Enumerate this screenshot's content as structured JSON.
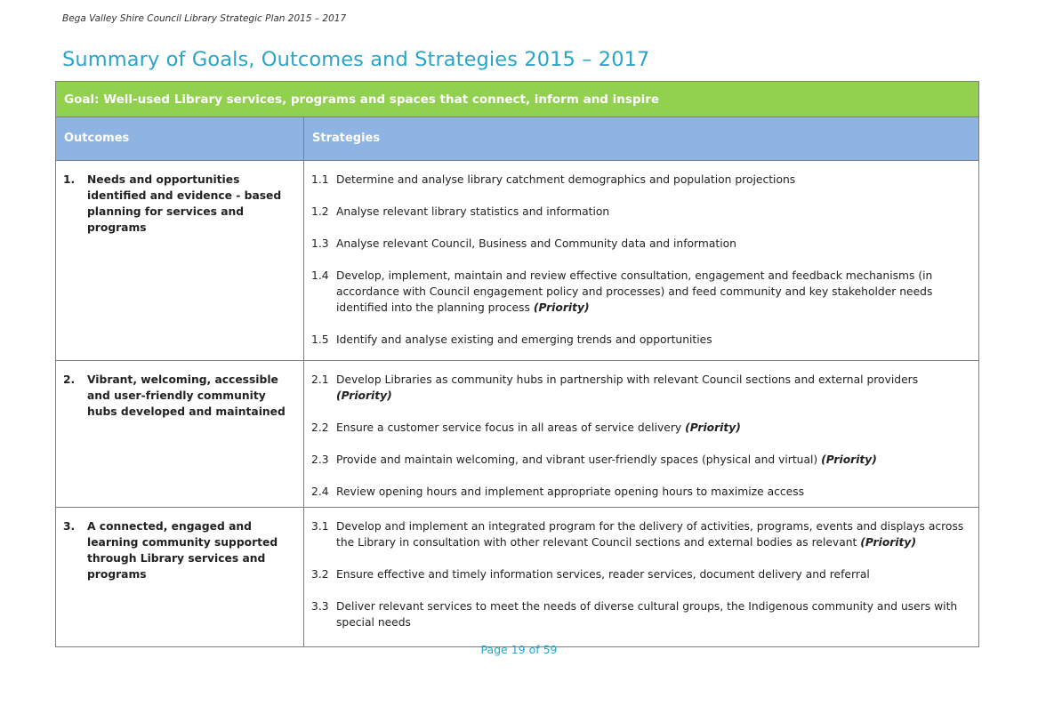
{
  "header": {
    "running_title": "Bega Valley Shire Council Library Strategic Plan 2015 – 2017",
    "page_title": "Summary of Goals, Outcomes and Strategies 2015 – 2017"
  },
  "table": {
    "goal": "Goal: Well-used Library services, programs and spaces that connect, inform and inspire",
    "columns": {
      "outcomes": "Outcomes",
      "strategies": "Strategies"
    },
    "rows": [
      {
        "outcome_num": "1.",
        "outcome": "Needs and opportunities identified and evidence - based planning for services and programs",
        "strategies": [
          {
            "num": "1.1",
            "text": "Determine and analyse library catchment demographics and population projections",
            "priority": ""
          },
          {
            "num": "1.2",
            "text": "Analyse relevant library statistics and information",
            "priority": ""
          },
          {
            "num": "1.3",
            "text": "Analyse relevant Council, Business and Community data and information",
            "priority": ""
          },
          {
            "num": "1.4",
            "text": "Develop, implement, maintain and review effective consultation, engagement and feedback mechanisms (in accordance with Council engagement policy and processes) and feed community and key stakeholder needs identified into the planning process",
            "priority": "(Priority)"
          },
          {
            "num": "1.5",
            "text": "Identify and analyse existing and emerging trends and opportunities",
            "priority": ""
          }
        ]
      },
      {
        "outcome_num": "2.",
        "outcome": "Vibrant, welcoming, accessible and user-friendly community hubs developed and maintained",
        "strategies": [
          {
            "num": "2.1",
            "text": "Develop Libraries as community hubs in partnership with relevant Council sections and external providers",
            "priority": "(Priority)"
          },
          {
            "num": "2.2",
            "text": "Ensure a customer service focus in all areas of service delivery",
            "priority": "(Priority)"
          },
          {
            "num": "2.3",
            "text": "Provide and maintain welcoming, and vibrant user-friendly spaces (physical and virtual)",
            "priority": "(Priority)"
          },
          {
            "num": "2.4",
            "text": "Review opening hours and implement appropriate opening hours to maximize access",
            "priority": ""
          }
        ]
      },
      {
        "outcome_num": "3.",
        "outcome": "A connected, engaged and learning community supported through Library services and programs",
        "strategies": [
          {
            "num": "3.1",
            "text": "Develop and implement an integrated program for the delivery of activities, programs, events and displays across the Library in consultation with other relevant Council sections and external bodies as relevant",
            "priority": "(Priority)"
          },
          {
            "num": "3.2",
            "text": "Ensure effective and timely information services, reader services, document delivery and referral",
            "priority": ""
          },
          {
            "num": "3.3",
            "text": "Deliver relevant services to meet the needs of diverse cultural groups, the Indigenous community and users with special needs",
            "priority": ""
          }
        ]
      }
    ]
  },
  "footer": {
    "page_label": "Page 19 of 59"
  }
}
